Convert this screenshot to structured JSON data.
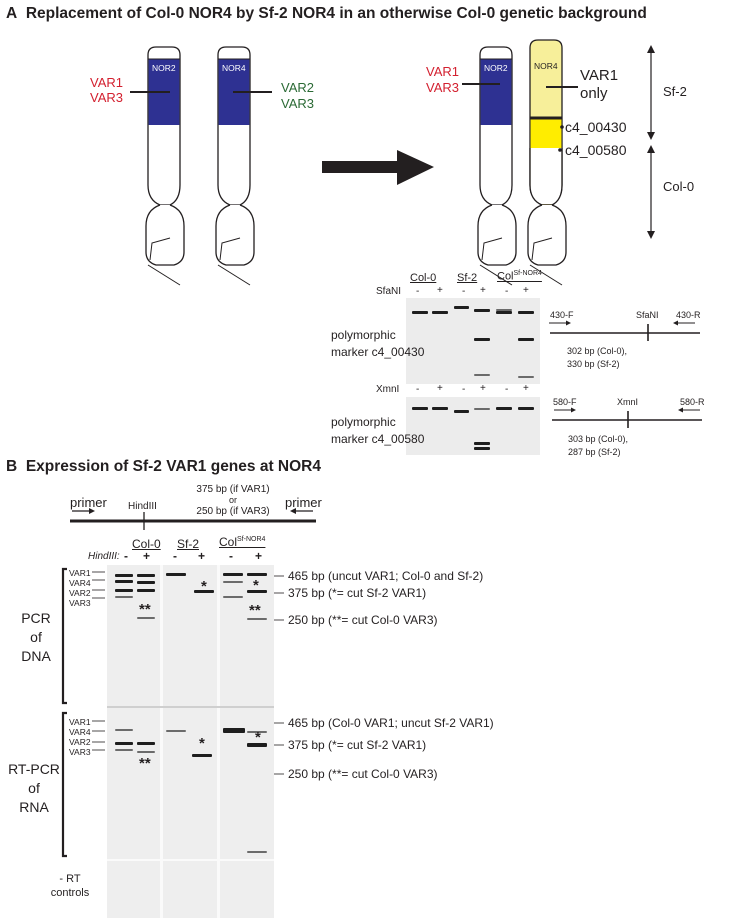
{
  "panel_a": {
    "letter": "A",
    "title": "Replacement of Col-0 NOR4 by Sf-2 NOR4 in an otherwise Col-0 genetic background",
    "left_pair": {
      "chr1_label": "NOR2",
      "chr2_label": "NOR4",
      "var_left": [
        "VAR1",
        "VAR3"
      ],
      "var_right": [
        "VAR2",
        "VAR3"
      ]
    },
    "right_pair": {
      "chr1_label": "NOR2",
      "chr2_label": "NOR4",
      "var_left": [
        "VAR1",
        "VAR3"
      ],
      "var_right": [
        "VAR1",
        "only"
      ],
      "marker1": "c4_00430",
      "marker2": "c4_00580",
      "region_top": "Sf-2",
      "region_bottom": "Col-0"
    },
    "gel": {
      "lane_groups": [
        "Col-0",
        "Sf-2",
        "Col"
      ],
      "col_superscript": "Sf-NOR4",
      "enzyme1": "SfaNI",
      "enzyme2": "XmnI",
      "signs": [
        "-",
        "+",
        "-",
        "+",
        "-",
        "+"
      ],
      "marker1_label": [
        "polymorphic",
        "marker c4_00430"
      ],
      "marker2_label": [
        "polymorphic",
        "marker  c4_00580"
      ]
    },
    "map1": {
      "fwd": "430-F",
      "rev": "430-R",
      "site": "SfaNI",
      "sizes": [
        "302 bp (Col-0),",
        "330 bp (Sf-2)"
      ]
    },
    "map2": {
      "fwd": "580-F",
      "rev": "580-R",
      "site": "XmnI",
      "sizes": [
        "303 bp (Col-0),",
        "287 bp (Sf-2)"
      ]
    }
  },
  "panel_b": {
    "letter": "B",
    "title": "Expression of Sf-2 VAR1 genes at NOR4",
    "map": {
      "primer_left": "primer",
      "primer_right": "primer",
      "site": "HindIII",
      "product": [
        "375 bp (if VAR1)",
        "or",
        "250 bp (if VAR3)"
      ]
    },
    "lane_groups": [
      "Col-0",
      "Sf-2",
      "Col"
    ],
    "col_superscript": "Sf-NOR4",
    "enzyme": "HindIII:",
    "signs": [
      "-",
      "+",
      "-",
      "+",
      "-",
      "+"
    ],
    "var_labels": [
      "VAR1",
      "VAR4",
      "VAR2",
      "VAR3"
    ],
    "rows": [
      {
        "label": [
          "PCR",
          "of",
          "DNA"
        ],
        "sizes": [
          "465 bp (uncut VAR1; Col-0 and Sf-2)",
          "375 bp (*= cut Sf-2 VAR1)",
          "250 bp (**= cut Col-0 VAR3)"
        ]
      },
      {
        "label": [
          "RT-PCR",
          "of",
          "RNA"
        ],
        "sizes": [
          "465 bp (Col-0 VAR1; uncut Sf-2 VAR1)",
          "375 bp (*= cut Sf-2 VAR1)",
          "250 bp (**= cut Col-0 VAR3)"
        ]
      },
      {
        "label": [
          "- RT",
          "controls"
        ]
      }
    ],
    "star1": "*",
    "star2": "**"
  },
  "colors": {
    "nor2": "#2e3192",
    "nor4_sf2": "#f7ef9a",
    "marker_box": "#ffed00",
    "var_red": "#d3202f",
    "var_green": "#2b6a35"
  }
}
